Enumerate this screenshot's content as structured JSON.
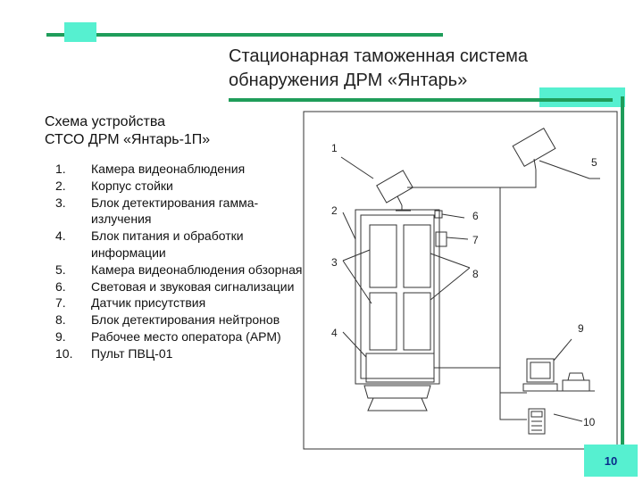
{
  "title": {
    "line1": "Стационарная таможенная система",
    "line2": "обнаружения ДРМ «Янтарь»"
  },
  "subtitle": {
    "line1": "Схема устройства",
    "line2": "СТСО ДРМ «Янтарь-1П»"
  },
  "legend": [
    {
      "num": "1.",
      "text": "Камера видеонаблюдения"
    },
    {
      "num": "2.",
      "text": "Корпус стойки"
    },
    {
      "num": "3.",
      "text": "Блок детектирования гамма-излучения"
    },
    {
      "num": "4.",
      "text": "Блок питания и обработки информации"
    },
    {
      "num": "5.",
      "text": "Камера видеонаблюдения обзорная"
    },
    {
      "num": "6.",
      "text": "Световая и звуковая сигнализации"
    },
    {
      "num": "7.",
      "text": "Датчик присутствия"
    },
    {
      "num": "8.",
      "text": "Блок детектирования нейтронов"
    },
    {
      "num": "9.",
      "text": "Рабочее место оператора (АРМ)"
    },
    {
      "num": "10.",
      "text": "Пульт ПВЦ-01"
    }
  ],
  "diagram_labels": {
    "l1": "1",
    "l2": "2",
    "l3": "3",
    "l4": "4",
    "l5": "5",
    "l6": "6",
    "l7": "7",
    "l8": "8",
    "l9": "9",
    "l10": "10"
  },
  "page_number": "10",
  "colors": {
    "accent_green": "#1f9d5a",
    "accent_cyan": "#56f0d0",
    "page_number_text": "#0a2a8a"
  }
}
